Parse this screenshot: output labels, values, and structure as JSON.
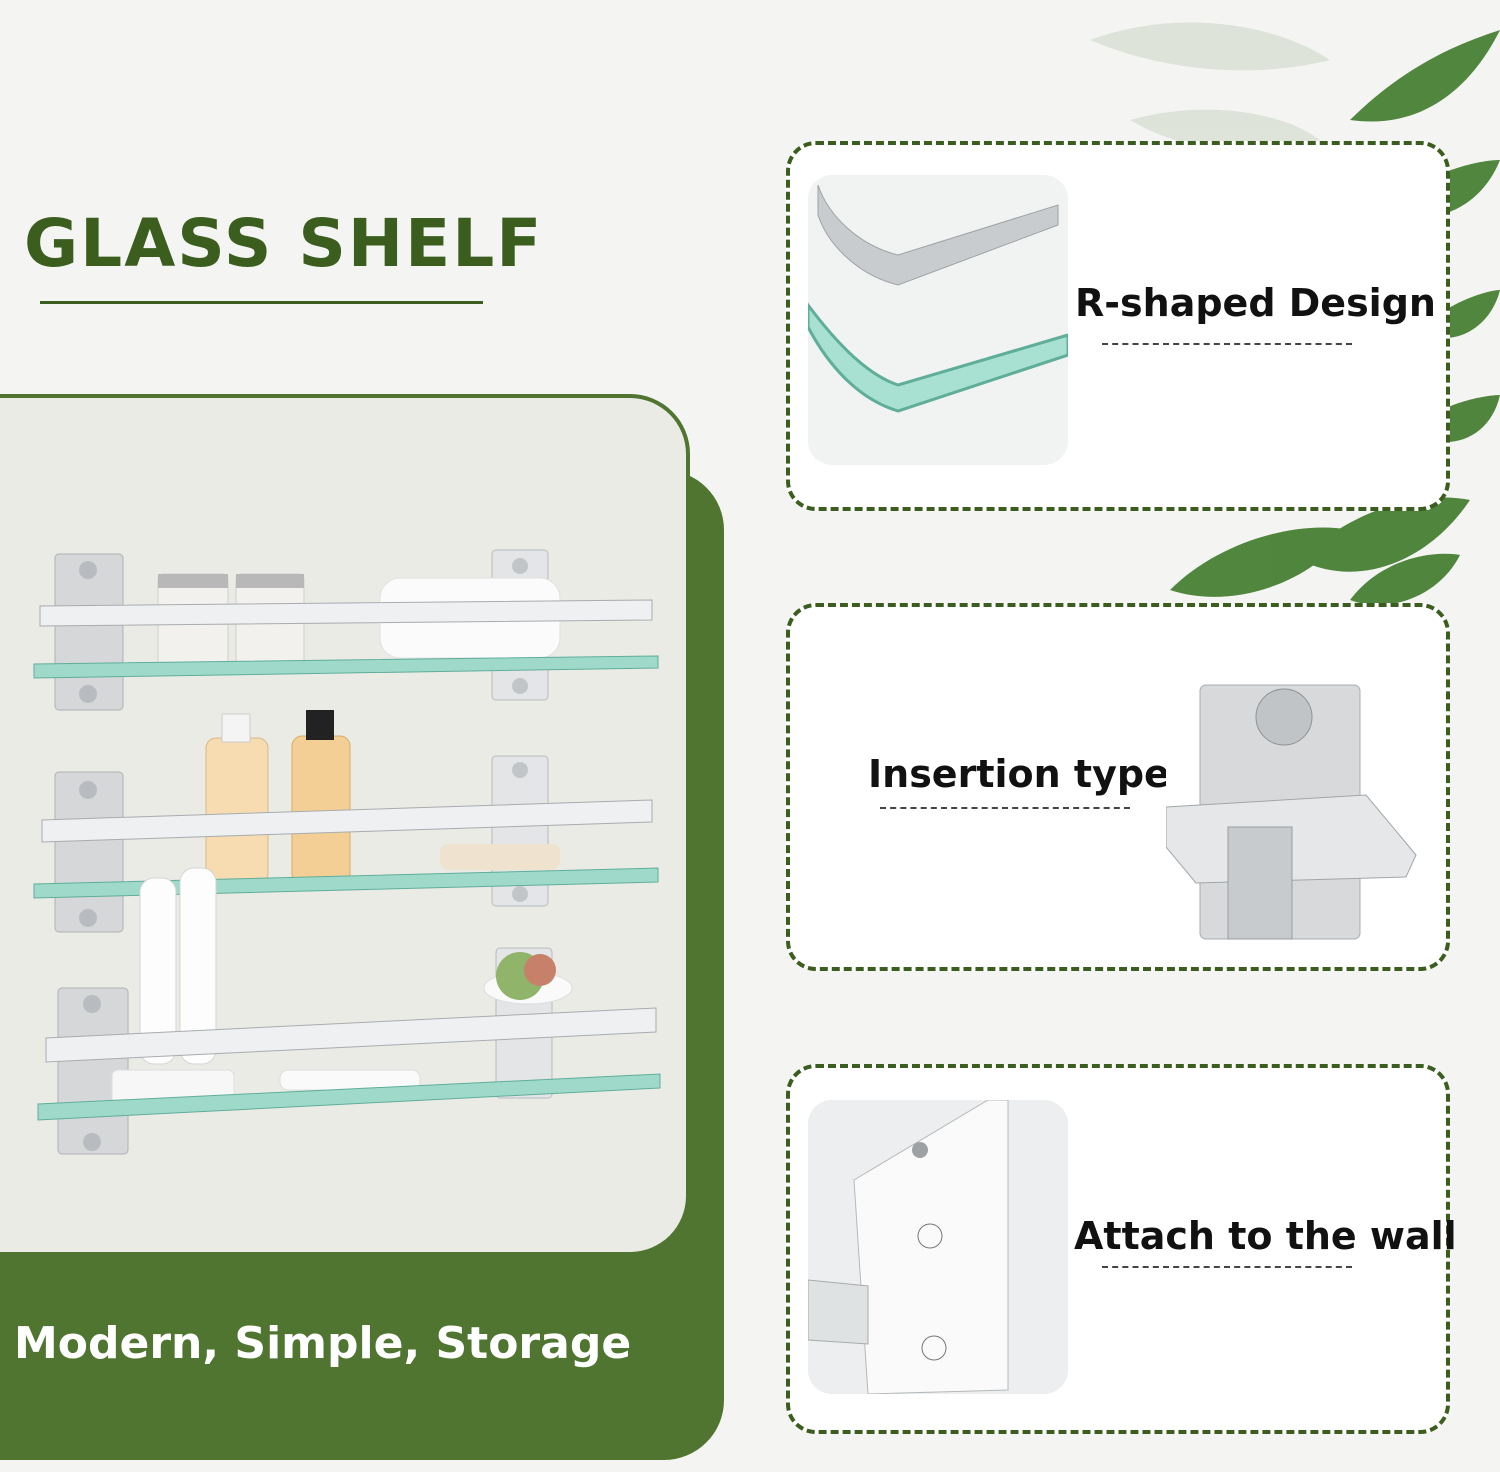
{
  "heading": {
    "title": "GLASS SHELF"
  },
  "tagline": "Modern, Simple, Storage",
  "features": [
    {
      "label": "R-shaped Design"
    },
    {
      "label": "Insertion type"
    },
    {
      "label": "Attach to the wall"
    }
  ],
  "colors": {
    "brand_green": "#4f7530",
    "title_green": "#3b5e1f",
    "glass_edge": "#7fc9b8"
  }
}
